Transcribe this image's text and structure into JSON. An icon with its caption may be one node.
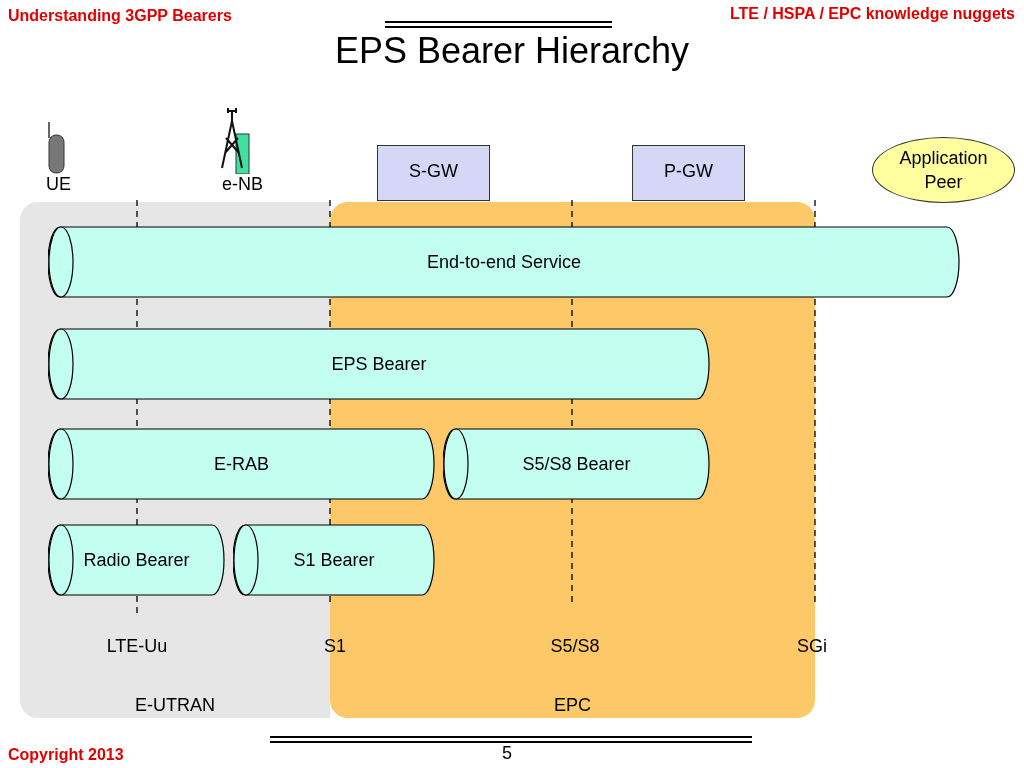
{
  "diagram": {
    "title": "EPS Bearer Hierarchy",
    "nodes": [
      {
        "text": [
          "UE"
        ]
      },
      {
        "text": [
          "e-NB"
        ]
      },
      {
        "text": [
          "S-GW"
        ]
      },
      {
        "text": [
          "P-GW"
        ]
      },
      {
        "text": [
          "Application Peer"
        ]
      },
      {
        "text": [
          "E-UTRAN"
        ]
      },
      {
        "text": [
          "EPC"
        ]
      },
      {
        "text": [
          "End-to-end Service"
        ]
      },
      {
        "text": [
          "EPS Bearer"
        ]
      },
      {
        "text": [
          "E-RAB"
        ]
      },
      {
        "text": [
          "S5/S8 Bearer"
        ],
        "in": 6
      },
      {
        "text": [
          "Radio Bearer"
        ],
        "in": 5
      },
      {
        "text": [
          "S1 Bearer"
        ]
      }
    ],
    "edges": [],
    "labels": [
      "Understanding 3GPP Bearers",
      "LTE / HSPA / EPC knowledge nuggets",
      "LTE-Uu",
      "S1",
      "S5/S8",
      "SGi",
      "Copyright 2013",
      "5"
    ]
  }
}
